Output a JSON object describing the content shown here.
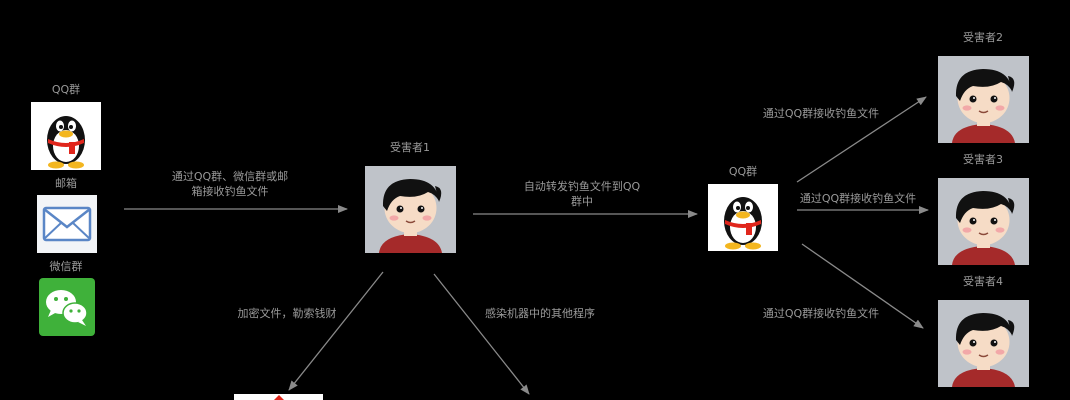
{
  "colors": {
    "background": "#000000",
    "text": "#9a9a9a",
    "arrow": "#8a8a8a",
    "avatar_bg": "#bfc3c9",
    "qq_red": "#e0261c",
    "wechat_green": "#3fb13a",
    "mail_blue": "#5a86c6"
  },
  "sources": {
    "qq_label": "QQ群",
    "qq_icon": "qq-penguin-icon",
    "mail_label": "邮箱",
    "mail_icon": "envelope-icon",
    "wechat_label": "微信群",
    "wechat_icon": "wechat-icon"
  },
  "victims": {
    "v1": "受害者1",
    "v2": "受害者2",
    "v3": "受害者3",
    "v4": "受害者4",
    "avatar_icon": "cartoon-person-avatar-icon"
  },
  "relay": {
    "label": "QQ群",
    "icon": "qq-penguin-icon"
  },
  "edges": {
    "receive_line1": "通过QQ群、微信群或邮",
    "receive_line2": "箱接收钓鱼文件",
    "forward_line1": "自动转发钓鱼文件到QQ",
    "forward_line2": "群中",
    "to_v2": "通过QQ群接收钓鱼文件",
    "to_v3": "通过QQ群接收钓鱼文件",
    "to_v4": "通过QQ群接收钓鱼文件",
    "encrypt": "加密文件，勒索钱财",
    "infect": "感染机器中的其他程序"
  }
}
